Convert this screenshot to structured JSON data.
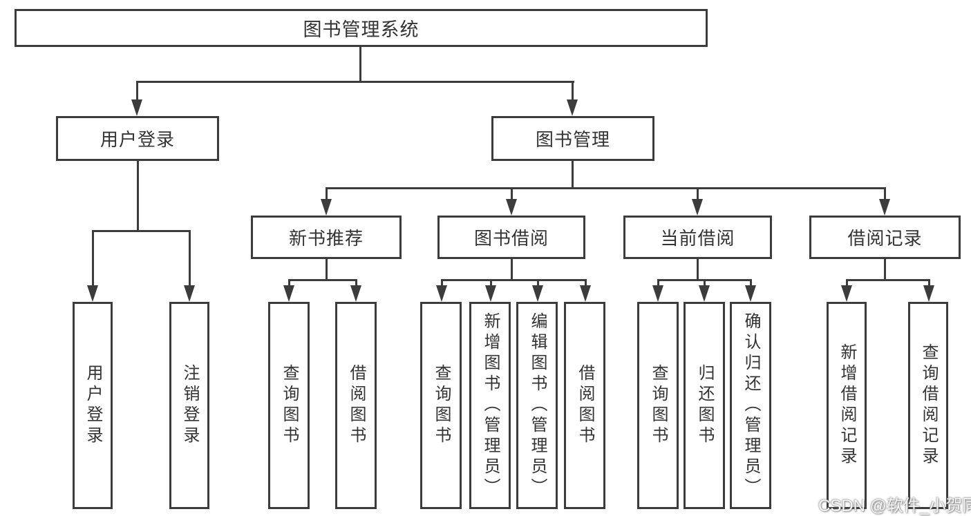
{
  "diagram": {
    "title": "图书管理系统",
    "level2": [
      {
        "label": "用户登录"
      },
      {
        "label": "图书管理"
      }
    ],
    "level3": [
      {
        "label": "新书推荐"
      },
      {
        "label": "图书借阅"
      },
      {
        "label": "当前借阅"
      },
      {
        "label": "借阅记录"
      }
    ],
    "leaves": [
      {
        "label": "用户登录"
      },
      {
        "label": "注销登录"
      },
      {
        "label": "查询图书"
      },
      {
        "label": "借阅图书"
      },
      {
        "label": "查询图书"
      },
      {
        "label": "新增图书（管理员）"
      },
      {
        "label": "编辑图书（管理员）"
      },
      {
        "label": "借阅图书"
      },
      {
        "label": "查询图书"
      },
      {
        "label": "归还图书"
      },
      {
        "label": "确认归还（管理员）"
      },
      {
        "label": "新增借阅记录"
      },
      {
        "label": "查询借阅记录"
      }
    ],
    "watermark": "CSDN @软件_小贺同学",
    "colors": {
      "line": "#3c3c3c",
      "text": "#333333",
      "box_bg": "#ffffff"
    }
  }
}
